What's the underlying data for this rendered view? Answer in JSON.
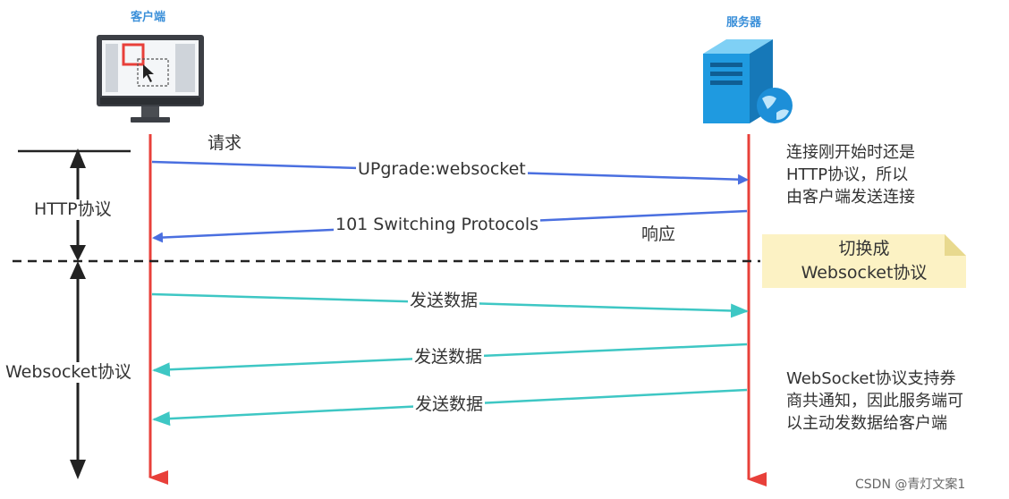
{
  "actors": {
    "client": "客户端",
    "server": "服务器"
  },
  "phases": {
    "http": "HTTP协议",
    "websocket": "Websocket协议"
  },
  "messages": {
    "request": "请求",
    "upgrade": "UPgrade:websocket",
    "switching": "101 Switching Protocols",
    "response": "响应",
    "send1": "发送数据",
    "send2": "发送数据",
    "send3": "发送数据"
  },
  "notes": {
    "http_line1": "连接刚开始时还是",
    "http_line2": "HTTP协议，所以",
    "http_line3": "由客户端发送连接",
    "switch_line1": "切换成",
    "switch_line2": "Websocket协议",
    "ws_line1": "WebSocket协议支持券",
    "ws_line2": "商共通知，因此服务端可",
    "ws_line3": "以主动发数据给客户端"
  },
  "watermark": "CSDN @青灯文案1",
  "colors": {
    "lifeline": "#e8403a",
    "http_arrow": "#4a6fe0",
    "ws_arrow": "#3ec7c4",
    "actor_title": "#3a8fd9",
    "sticky": "#fcf2c4"
  }
}
